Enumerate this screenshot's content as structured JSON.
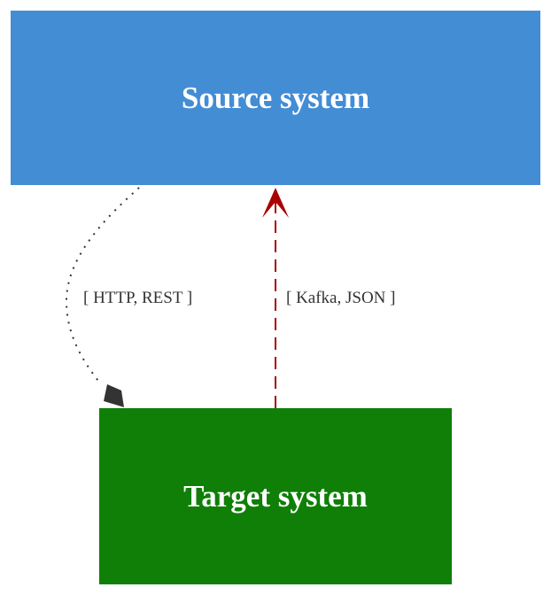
{
  "nodes": {
    "source": {
      "label": "Source system",
      "color": "#438dd5"
    },
    "target": {
      "label": "Target system",
      "color": "#0f7f08"
    }
  },
  "edges": {
    "http": {
      "label": "[ HTTP, REST ]",
      "color": "#333333",
      "style": "dotted",
      "head": "diamond"
    },
    "kafka": {
      "label": "[ Kafka, JSON ]",
      "color": "#a80000",
      "style": "dashed",
      "head": "open-arrow"
    }
  }
}
